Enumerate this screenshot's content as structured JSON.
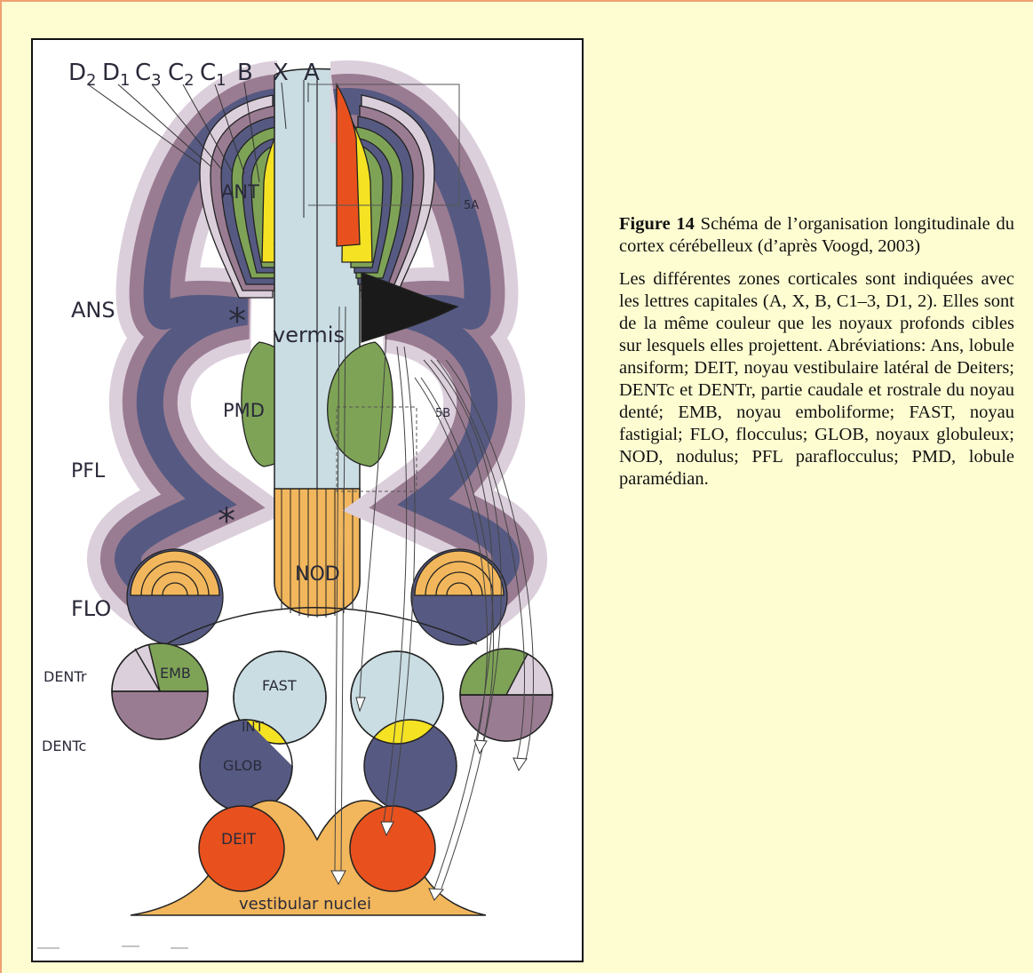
{
  "caption": {
    "figure_label": "Figure 14",
    "title": "Schéma de l’organisation longitudinale du cortex cérébelleux (d’après Voogd, 2003)",
    "body": "Les différentes zones corticales sont indiquées avec les lettres capitales (A, X, B, C1–3, D1, 2). Elles sont de la même couleur que les noyaux profonds cibles sur lesquels elles projettent. Abréviations: Ans, lobule ansiform; DEIT, noyau vestibulaire latéral de Deiters; DENTc et DENTr, partie caudale et rostrale du noyau denté; EMB, noyau emboliforme; FAST, noyau fastigial; FLO, flocculus; GLOB, noyaux globuleux; NOD, nodulus; PFL paraflocculus; PMD, lobule paramédian."
  },
  "diagram": {
    "zone_labels": {
      "d2": "D",
      "d2_sub": "2",
      "d1": "D",
      "d1_sub": "1",
      "c3": "C",
      "c3_sub": "3",
      "c2": "C",
      "c2_sub": "2",
      "c1": "C",
      "c1_sub": "1",
      "b": "B",
      "x": "X",
      "a": "A"
    },
    "region_labels": {
      "ant": "ANT",
      "ans": "ANS",
      "vermis": "vermis",
      "pmd": "PMD",
      "pfl": "PFL",
      "nod": "NOD",
      "flo": "FLO",
      "inset_5a": "5A",
      "inset_5b": "5B",
      "star_upper": "*",
      "star_lower": "*"
    },
    "nuclei_labels": {
      "emb": "EMB",
      "dentr": "DENTr",
      "dentc": "DENTc",
      "fast": "FAST",
      "int": "INT",
      "glob": "GLOB",
      "deit": "DEIT",
      "vestibular": "vestibular nuclei"
    },
    "colors": {
      "vermis": "#c9dde3",
      "x_zone": "#e8511e",
      "b_zone": "#f5e222",
      "c_green": "#7ea356",
      "d_navy": "#565a82",
      "ans_mauve": "#9a7c92",
      "outer_pink": "#dccfdc",
      "orange": "#f2b75c",
      "black_zone": "#1a1a1a"
    }
  }
}
